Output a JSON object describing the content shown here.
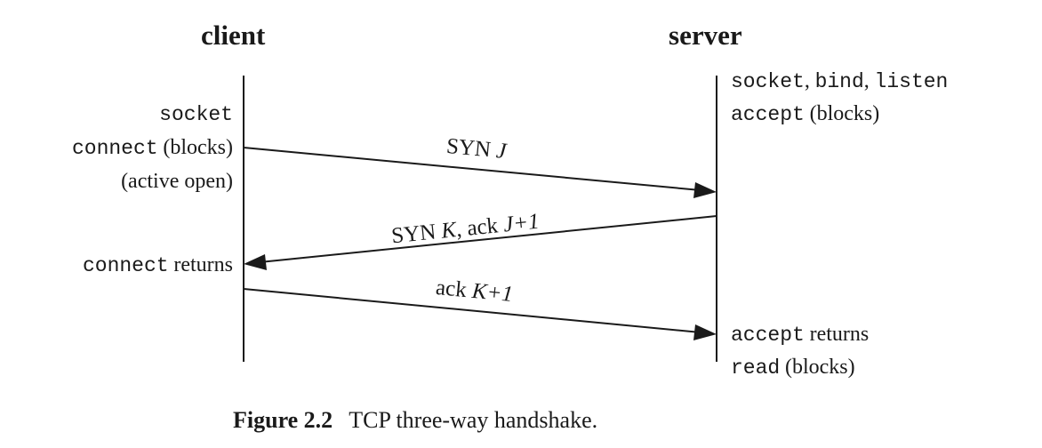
{
  "headings": {
    "client": "client",
    "server": "server"
  },
  "client_notes": {
    "socket": "socket",
    "connect_call": "connect",
    "connect_blocks": "(blocks)",
    "active_open": "(active open)",
    "connect_returns_call": "connect",
    "connect_returns_text": "returns"
  },
  "server_notes": {
    "socket": "socket",
    "bind": "bind",
    "listen": "listen",
    "accept_call": "accept",
    "accept_blocks": "(blocks)",
    "accept_returns_call": "accept",
    "accept_returns_text": "returns",
    "read_call": "read",
    "read_blocks": "(blocks)"
  },
  "messages": {
    "syn": {
      "prefix": "SYN",
      "value": "J"
    },
    "syn_ack": {
      "prefix": "SYN",
      "value1": "K",
      "middle": ", ack",
      "value2": "J+1"
    },
    "ack": {
      "prefix": "ack",
      "value": "K+1"
    }
  },
  "caption": {
    "figure": "Figure 2.2",
    "text": "TCP three-way handshake."
  }
}
